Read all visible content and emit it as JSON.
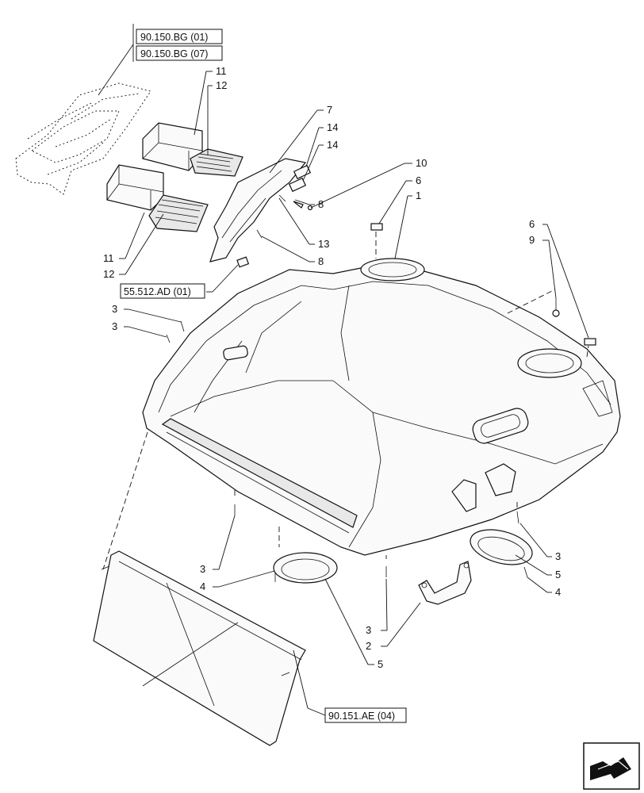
{
  "callouts": {
    "c1": "1",
    "c2": "2",
    "c3a": "3",
    "c3b": "3",
    "c3c": "3",
    "c3d": "3",
    "c3e": "3",
    "c4a": "4",
    "c4b": "4",
    "c5a": "5",
    "c5b": "5",
    "c6a": "6",
    "c6b": "6",
    "c7": "7",
    "c8a": "8",
    "c8b": "8",
    "c9": "9",
    "c10": "10",
    "c11a": "11",
    "c11b": "11",
    "c12a": "12",
    "c12b": "12",
    "c13": "13",
    "c14a": "14",
    "c14b": "14"
  },
  "references": {
    "ref_bg01": "90.150.BG (01)",
    "ref_bg07": "90.150.BG (07)",
    "ref_ad01": "55.512.AD (01)",
    "ref_ae04": "90.151.AE (04)"
  },
  "icons": {
    "nav": "arrow-nav-icon"
  }
}
